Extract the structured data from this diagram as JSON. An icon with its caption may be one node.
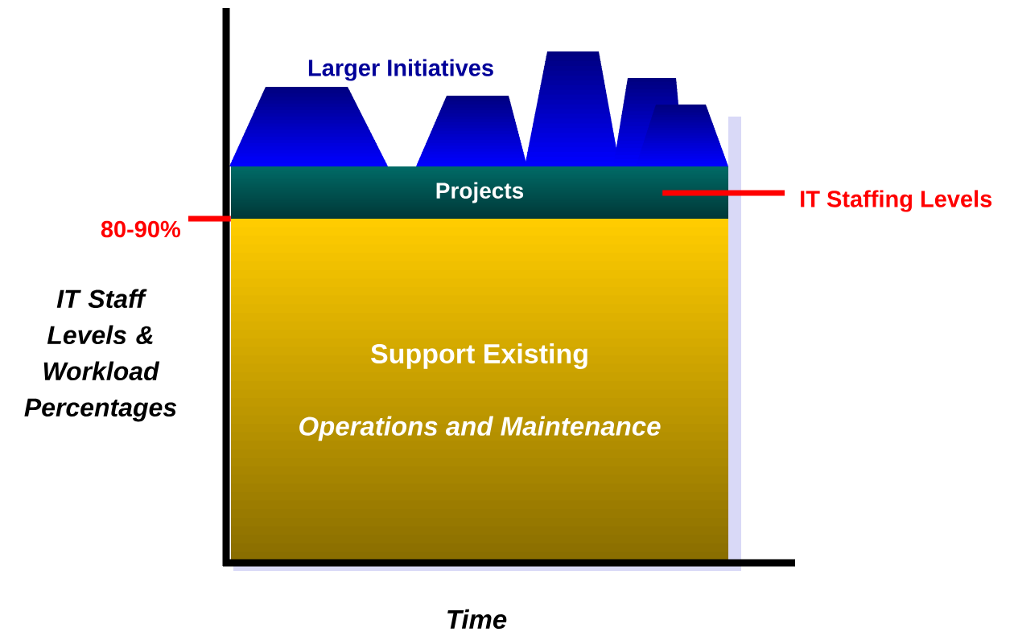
{
  "diagram": {
    "nodes": [
      {
        "text": [
          "Projects"
        ]
      },
      {
        "text": [
          "Support Existing",
          "Operations and Maintenance"
        ]
      },
      {
        "text": [
          "IT Staffing Levels"
        ]
      },
      {
        "text": [
          "80-90%"
        ]
      }
    ],
    "edges": [
      {
        "from": 2,
        "to": 0,
        "arrow": "none"
      },
      {
        "from": 3,
        "to": 1,
        "arrow": "none"
      }
    ],
    "labels": [
      "Larger Initiatives",
      "IT Staff Levels & Workload Percentages",
      "Time"
    ]
  }
}
